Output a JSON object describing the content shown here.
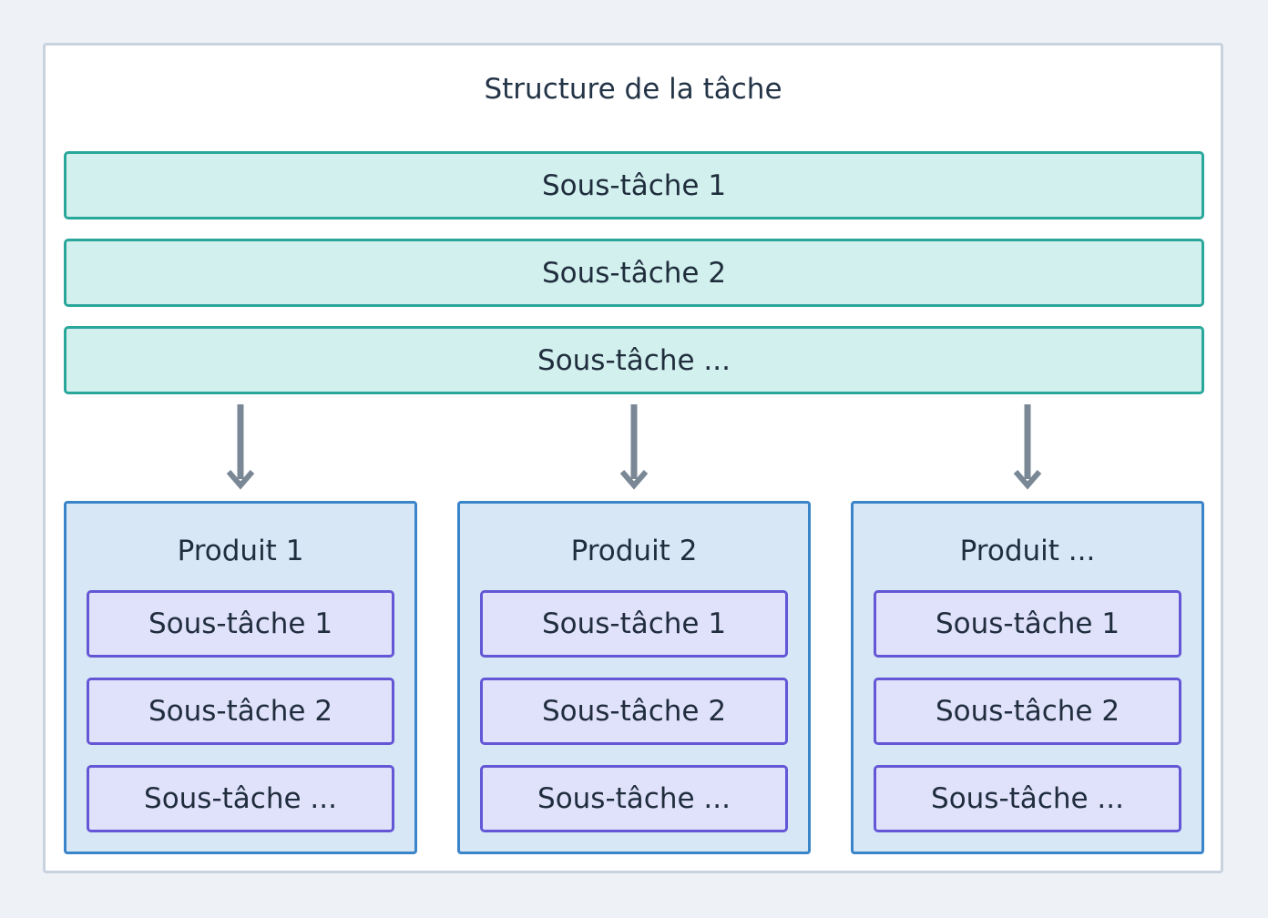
{
  "title": "Structure de la tâche",
  "top_subtasks": [
    "Sous-tâche 1",
    "Sous-tâche 2",
    "Sous-tâche ..."
  ],
  "products": [
    {
      "title": "Produit 1",
      "subtasks": [
        "Sous-tâche 1",
        "Sous-tâche 2",
        "Sous-tâche ..."
      ]
    },
    {
      "title": "Produit 2",
      "subtasks": [
        "Sous-tâche 1",
        "Sous-tâche 2",
        "Sous-tâche ..."
      ]
    },
    {
      "title": "Produit ...",
      "subtasks": [
        "Sous-tâche 1",
        "Sous-tâche 2",
        "Sous-tâche ..."
      ]
    }
  ],
  "colors": {
    "background": "#eef2f6",
    "frame_border": "#c8d3df",
    "top_fill": "#d2f0ed",
    "top_border": "#2aa79b",
    "product_fill": "#d7e7f6",
    "product_border": "#3a85c9",
    "sub_fill": "#e0e1fb",
    "sub_border": "#6357d6",
    "arrow": "#7a8896"
  }
}
